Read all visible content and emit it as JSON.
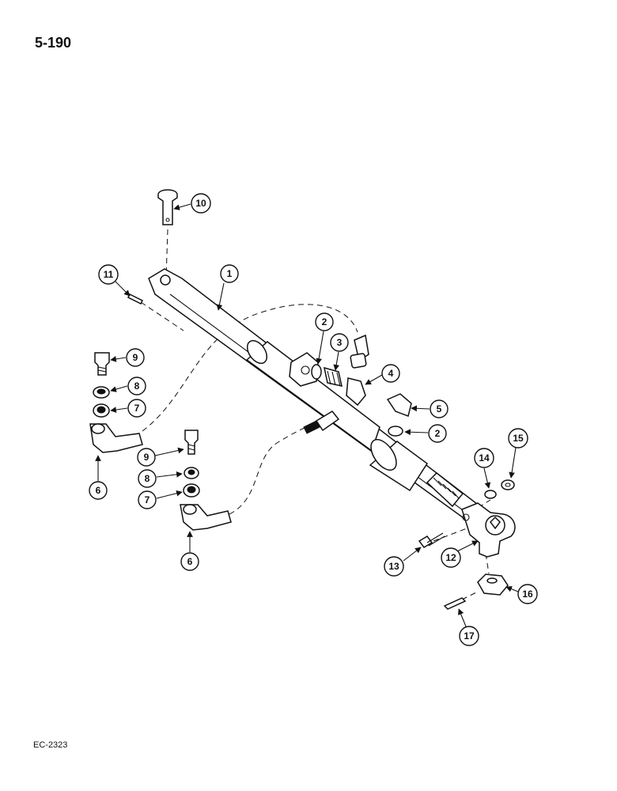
{
  "page_number": "5-190",
  "figure_code": "EC-2323",
  "callouts": {
    "c1": "1",
    "c2a": "2",
    "c2b": "2",
    "c3": "3",
    "c4": "4",
    "c5": "5",
    "c6a": "6",
    "c6b": "6",
    "c7a": "7",
    "c7b": "7",
    "c8a": "8",
    "c8b": "8",
    "c9a": "9",
    "c9b": "9",
    "c10": "10",
    "c11": "11",
    "c12": "12",
    "c13": "13",
    "c14": "14",
    "c15": "15",
    "c16": "16",
    "c17": "17"
  }
}
